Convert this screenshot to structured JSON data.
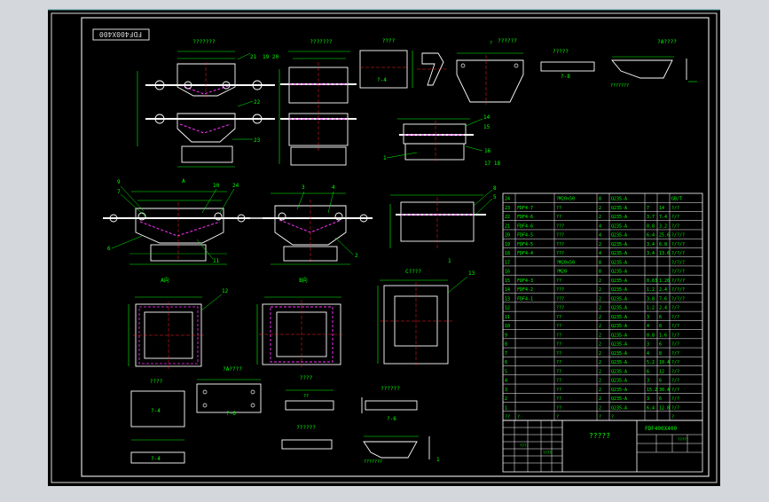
{
  "drawing": {
    "code": "FDF400X400",
    "view_a_caption": "A向",
    "view_b_caption": "B向"
  },
  "colors": {
    "background": "#000000",
    "frame": "#dcdcdc",
    "geometry": "#ffffff",
    "dimension": "#00ff00",
    "highlight": "#ff33ff",
    "center": "#ff2020",
    "hatch": "#ffff00",
    "border": "#5aa0aa"
  },
  "title_block": {
    "name": "?????",
    "drawing_no": "FDF400X400"
  },
  "bom": {
    "rows": [
      {
        "no": "24",
        "code": "",
        "name": "?M20x50",
        "qty": "8",
        "mat": "Q235-A",
        "w1": "",
        "w2": "",
        "note": "GB/T"
      },
      {
        "no": "23",
        "code": "FDF4-7",
        "name": "??",
        "qty": "2",
        "mat": "Q235-A",
        "w1": "7",
        "w2": "14",
        "note": "?/?"
      },
      {
        "no": "22",
        "code": "FDF4-6",
        "name": "??",
        "qty": "2",
        "mat": "Q235-A",
        "w1": "3.7",
        "w2": "7.4",
        "note": "?/?"
      },
      {
        "no": "21",
        "code": "FDF4-6",
        "name": "???",
        "qty": "4",
        "mat": "Q235-A",
        "w1": "0.8",
        "w2": "3.2",
        "note": "?/?"
      },
      {
        "no": "20",
        "code": "FDF4-5",
        "name": "???",
        "qty": "4",
        "mat": "Q235-A",
        "w1": "6.4",
        "w2": "25.6",
        "note": "?/?/?"
      },
      {
        "no": "19",
        "code": "FDF4-5",
        "name": "???",
        "qty": "2",
        "mat": "Q235-A",
        "w1": "3.4",
        "w2": "6.8",
        "note": "?/?/?"
      },
      {
        "no": "18",
        "code": "FDF4-4",
        "name": "???",
        "qty": "4",
        "mat": "Q235-A",
        "w1": "3.4",
        "w2": "13.6",
        "note": "?/?/?"
      },
      {
        "no": "17",
        "code": "",
        "name": "?M20x50",
        "qty": "8",
        "mat": "Q235-A",
        "w1": "",
        "w2": "",
        "note": "?/?/?"
      },
      {
        "no": "16",
        "code": "",
        "name": "?M20",
        "qty": "8",
        "mat": "Q235-A",
        "w1": "",
        "w2": "",
        "note": "?/?/?"
      },
      {
        "no": "15",
        "code": "FDF4-3",
        "name": "??",
        "qty": "2",
        "mat": "Q235-A",
        "w1": "0.63",
        "w2": "1.26",
        "note": "?/?/?"
      },
      {
        "no": "14",
        "code": "FDF4-2",
        "name": "???",
        "qty": "2",
        "mat": "Q235-A",
        "w1": "1.2",
        "w2": "2.4",
        "note": "?/?/?"
      },
      {
        "no": "13",
        "code": "FDF4-1",
        "name": "???",
        "qty": "2",
        "mat": "Q235-A",
        "w1": "3.8",
        "w2": "7.6",
        "note": "?/?/?"
      },
      {
        "no": "12",
        "code": "",
        "name": "???",
        "qty": "2",
        "mat": "Q235-A",
        "w1": "1.2",
        "w2": "2.4",
        "note": "?/?"
      },
      {
        "no": "11",
        "code": "",
        "name": "??",
        "qty": "2",
        "mat": "Q235-A",
        "w1": "3",
        "w2": "6",
        "note": "?/?"
      },
      {
        "no": "10",
        "code": "",
        "name": "??",
        "qty": "2",
        "mat": "Q235-A",
        "w1": "4",
        "w2": "8",
        "note": "?/?"
      },
      {
        "no": "9",
        "code": "",
        "name": "??",
        "qty": "2",
        "mat": "Q235-A",
        "w1": "0.8",
        "w2": "1.6",
        "note": "?/?"
      },
      {
        "no": "8",
        "code": "",
        "name": "??",
        "qty": "2",
        "mat": "Q235-A",
        "w1": "3",
        "w2": "6",
        "note": "?/?"
      },
      {
        "no": "7",
        "code": "",
        "name": "??",
        "qty": "2",
        "mat": "Q235-A",
        "w1": "4",
        "w2": "8",
        "note": "?/?"
      },
      {
        "no": "6",
        "code": "",
        "name": "??",
        "qty": "2",
        "mat": "Q235-A",
        "w1": "5.2",
        "w2": "10.4",
        "note": "?/?"
      },
      {
        "no": "5",
        "code": "",
        "name": "??",
        "qty": "2",
        "mat": "Q235-A",
        "w1": "6",
        "w2": "12",
        "note": "?/?"
      },
      {
        "no": "4",
        "code": "",
        "name": "??",
        "qty": "2",
        "mat": "Q235-A",
        "w1": "3",
        "w2": "6",
        "note": "?/?"
      },
      {
        "no": "3",
        "code": "",
        "name": "??",
        "qty": "2",
        "mat": "Q235-A",
        "w1": "15.2",
        "w2": "30.4",
        "note": "?/?"
      },
      {
        "no": "2",
        "code": "",
        "name": "??",
        "qty": "2",
        "mat": "Q235-A",
        "w1": "3",
        "w2": "6",
        "note": "?/?"
      },
      {
        "no": "1",
        "code": "",
        "name": "??",
        "qty": "2",
        "mat": "Q235-A",
        "w1": "6.4",
        "w2": "12.8",
        "note": "?/?"
      },
      {
        "no": "??",
        "code": "?",
        "name": "?",
        "qty": "?",
        "mat": "?",
        "w1": "",
        "w2": "",
        "note": "?"
      }
    ]
  }
}
